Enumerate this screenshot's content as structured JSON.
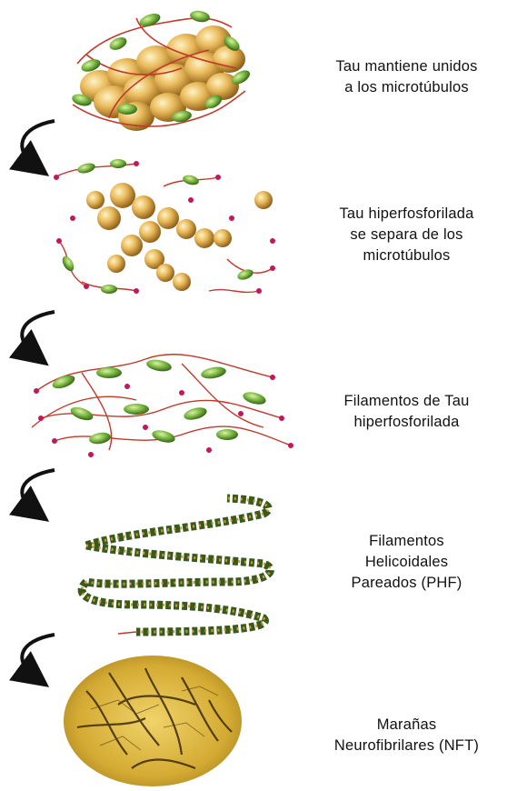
{
  "stages": [
    {
      "lines": [
        "Tau mantiene  unidos",
        "a los microtúbulos"
      ]
    },
    {
      "lines": [
        "Tau hiperfosforilada",
        "se separa de los",
        "microtúbulos"
      ]
    },
    {
      "lines": [
        "Filamentos  de Tau",
        "hiperfosforilada"
      ]
    },
    {
      "lines": [
        "Filamentos",
        "Helicoidales",
        "Pareados  (PHF)"
      ]
    },
    {
      "lines": [
        "Marañas",
        "Neurofibrilares (NFT)"
      ]
    }
  ],
  "colors": {
    "tubulin": "#e3b65a",
    "tau_body": "#6fae3a",
    "tau_tail": "#c0392b",
    "phosphate": "#c2185b",
    "nft_background": "#d8b43c",
    "arrow": "#111111"
  }
}
